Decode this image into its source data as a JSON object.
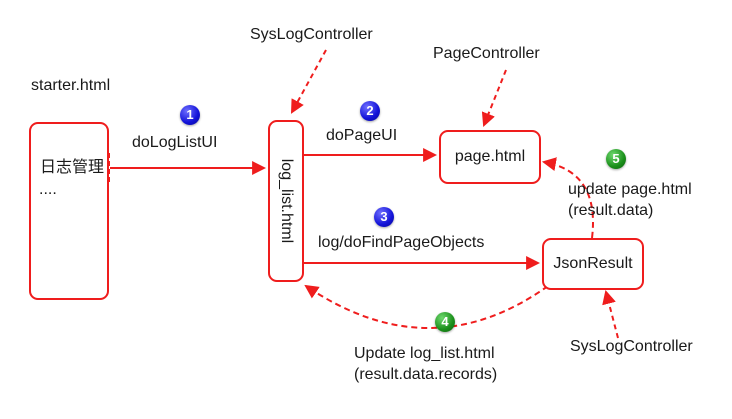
{
  "starter": {
    "title": "starter.html",
    "item": "日志管理",
    "more": "...."
  },
  "loglist": {
    "label": "log_list.html"
  },
  "page": {
    "label": "page.html"
  },
  "jsonresult": {
    "label": "JsonResult"
  },
  "controllers": {
    "syslog_top": "SysLogController",
    "page": "PageController",
    "syslog_bottom": "SysLogController"
  },
  "steps": [
    {
      "number": "1",
      "label": "doLogListUI",
      "color": "#1414d2"
    },
    {
      "number": "2",
      "label": "doPageUI",
      "color": "#1414d2"
    },
    {
      "number": "3",
      "label": "log/doFindPageObjects",
      "color": "#1414d2"
    },
    {
      "number": "4",
      "label": "Update log_list.html",
      "label2": "(result.data.records)",
      "color": "#1a8f1a"
    },
    {
      "number": "5",
      "label": "update page.html",
      "label2": "(result.data)",
      "color": "#1a8f1a"
    }
  ],
  "colors": {
    "arrow": "#ef1d1d",
    "box_border": "#ef1d1d"
  }
}
